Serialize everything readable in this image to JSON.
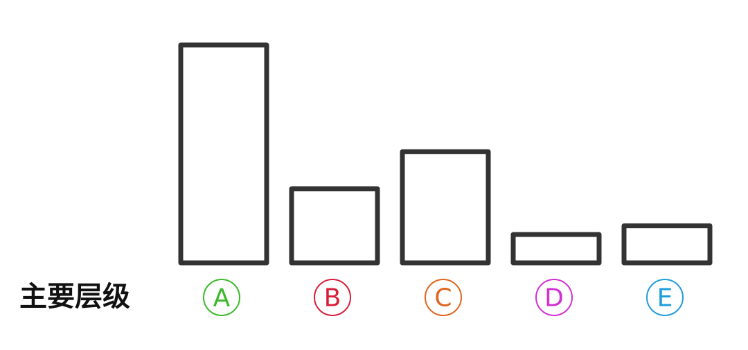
{
  "chart_data": {
    "type": "bar",
    "row_label": "主要层级",
    "categories": [
      "A",
      "B",
      "C",
      "D",
      "E"
    ],
    "values": [
      100,
      34,
      51,
      13,
      17
    ],
    "category_colors": [
      "#3cb82a",
      "#d81e3a",
      "#e0651e",
      "#d32fd3",
      "#1f9ddb"
    ],
    "bar_outline_color": "#333333",
    "ylim": [
      0,
      100
    ],
    "grid": false,
    "legend": "none"
  }
}
